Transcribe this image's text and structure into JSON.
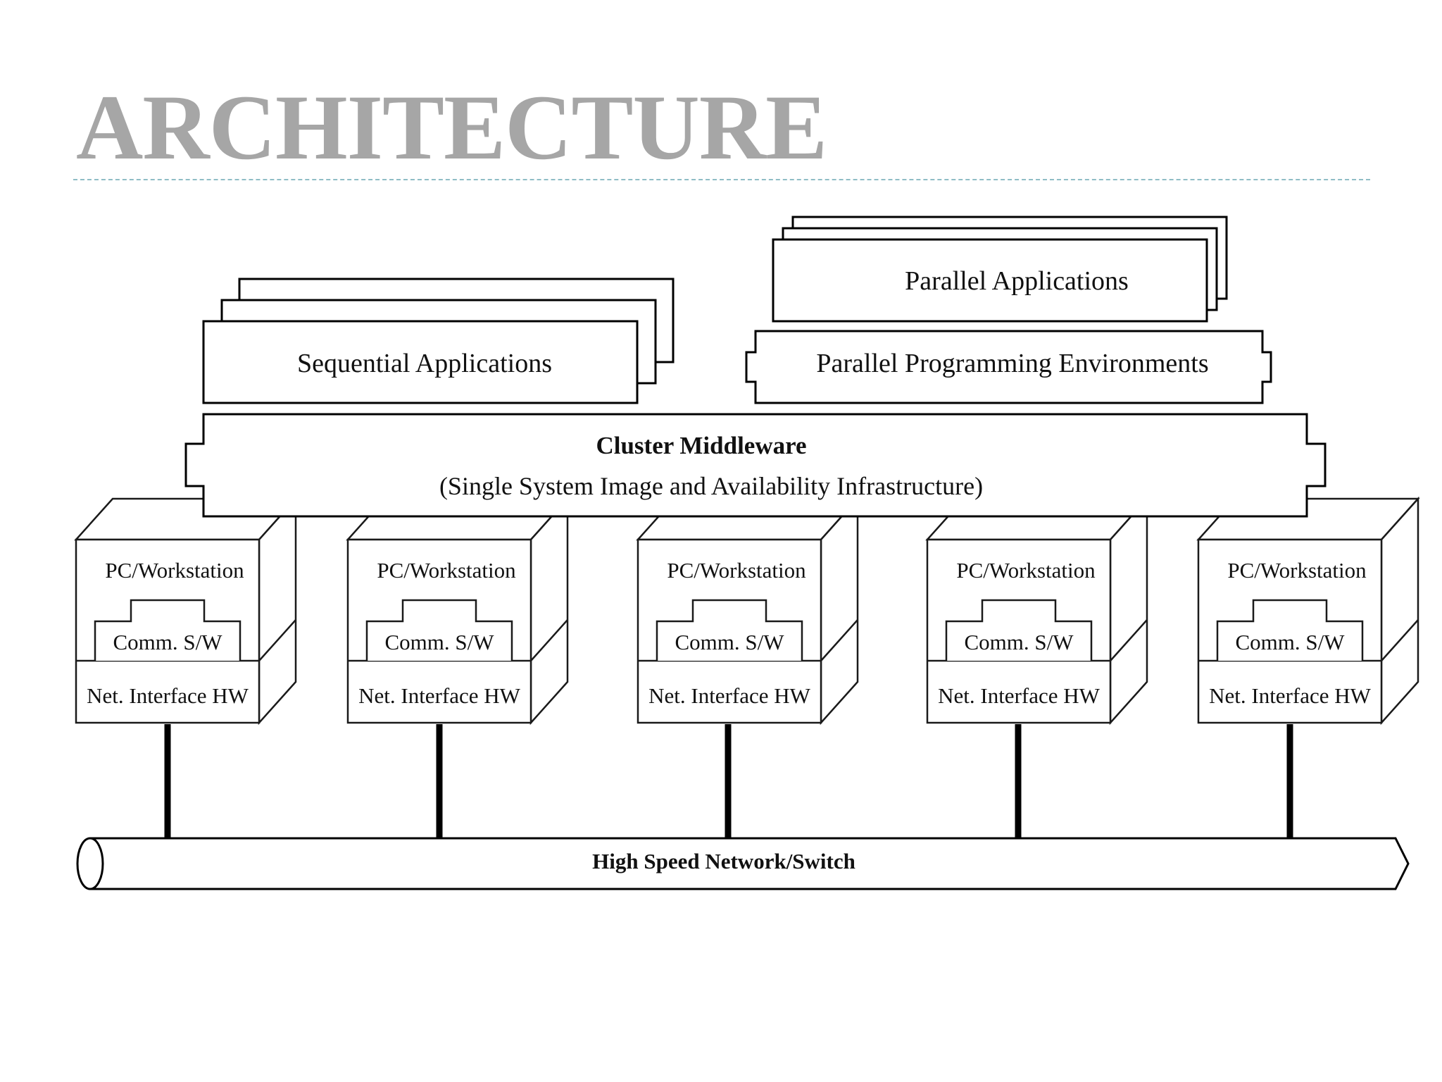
{
  "slide": {
    "title": "ARCHITECTURE"
  },
  "diagram": {
    "sequential_applications": "Sequential Applications",
    "parallel_applications": "Parallel Applications",
    "parallel_programming_environments": "Parallel Programming Environments",
    "middleware": {
      "title": "Cluster Middleware",
      "subtitle": "(Single System Image and Availability Infrastructure)"
    },
    "nodes": [
      {
        "name": "PC/Workstation",
        "comm": "Comm. S/W",
        "nic": "Net. Interface HW"
      },
      {
        "name": "PC/Workstation",
        "comm": "Comm. S/W",
        "nic": "Net. Interface HW"
      },
      {
        "name": "PC/Workstation",
        "comm": "Comm. S/W",
        "nic": "Net. Interface HW"
      },
      {
        "name": "PC/Workstation",
        "comm": "Comm. S/W",
        "nic": "Net. Interface HW"
      },
      {
        "name": "PC/Workstation",
        "comm": "Comm. S/W",
        "nic": "Net. Interface HW"
      }
    ],
    "network": "High Speed Network/Switch"
  }
}
